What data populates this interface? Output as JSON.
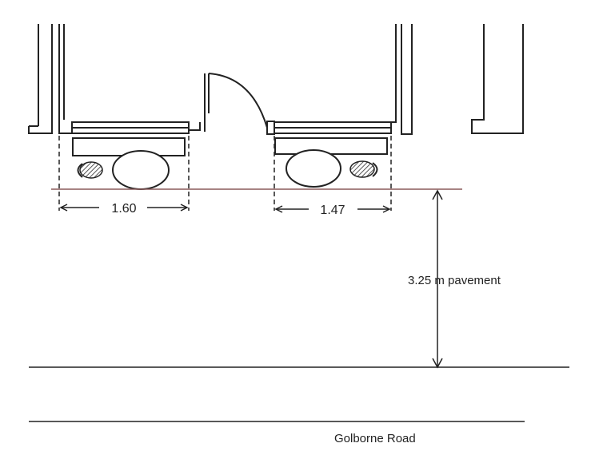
{
  "diagram": {
    "dimension_left": "1.60",
    "dimension_right": "1.47",
    "pavement_label": "3.25 m pavement",
    "road_label": "Golborne Road"
  },
  "colors": {
    "line": "#222222",
    "frontage_line": "#8a5a5a",
    "hatch": "#555555",
    "background": "#ffffff"
  }
}
